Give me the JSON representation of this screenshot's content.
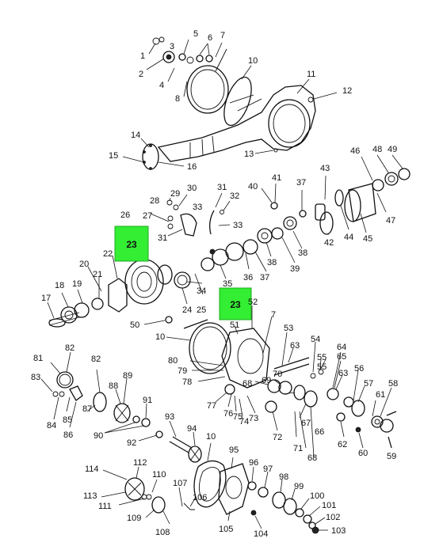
{
  "highlight": {
    "color": "#33ee33"
  },
  "highlights": [
    {
      "id": "hl-a",
      "text": "23"
    },
    {
      "id": "hl-b",
      "text": "23"
    }
  ],
  "callouts": [
    {
      "text": "1"
    },
    {
      "text": "2"
    },
    {
      "text": "3"
    },
    {
      "text": "4"
    },
    {
      "text": "5"
    },
    {
      "text": "6"
    },
    {
      "text": "7"
    },
    {
      "text": "8"
    },
    {
      "text": "10"
    },
    {
      "text": "11"
    },
    {
      "text": "12"
    },
    {
      "text": "13"
    },
    {
      "text": "14"
    },
    {
      "text": "15"
    },
    {
      "text": "16"
    },
    {
      "text": "29"
    },
    {
      "text": "30"
    },
    {
      "text": "28"
    },
    {
      "text": "27"
    },
    {
      "text": "26"
    },
    {
      "text": "31"
    },
    {
      "text": "32"
    },
    {
      "text": "33"
    },
    {
      "text": "33"
    },
    {
      "text": "31"
    },
    {
      "text": "40"
    },
    {
      "text": "41"
    },
    {
      "text": "37"
    },
    {
      "text": "43"
    },
    {
      "text": "46"
    },
    {
      "text": "48"
    },
    {
      "text": "49"
    },
    {
      "text": "22"
    },
    {
      "text": "20"
    },
    {
      "text": "21"
    },
    {
      "text": "18"
    },
    {
      "text": "19"
    },
    {
      "text": "17"
    },
    {
      "text": "24"
    },
    {
      "text": "25"
    },
    {
      "text": "34"
    },
    {
      "text": "35"
    },
    {
      "text": "36"
    },
    {
      "text": "37"
    },
    {
      "text": "38"
    },
    {
      "text": "39"
    },
    {
      "text": "38"
    },
    {
      "text": "42"
    },
    {
      "text": "44"
    },
    {
      "text": "45"
    },
    {
      "text": "47"
    },
    {
      "text": "52"
    },
    {
      "text": "50"
    },
    {
      "text": "10"
    },
    {
      "text": "51"
    },
    {
      "text": "7"
    },
    {
      "text": "53"
    },
    {
      "text": "63"
    },
    {
      "text": "54"
    },
    {
      "text": "55"
    },
    {
      "text": "55"
    },
    {
      "text": "64"
    },
    {
      "text": "65"
    },
    {
      "text": "63"
    },
    {
      "text": "56"
    },
    {
      "text": "57"
    },
    {
      "text": "58"
    },
    {
      "text": "61"
    },
    {
      "text": "81"
    },
    {
      "text": "82"
    },
    {
      "text": "80"
    },
    {
      "text": "79"
    },
    {
      "text": "78"
    },
    {
      "text": "68"
    },
    {
      "text": "69"
    },
    {
      "text": "70"
    },
    {
      "text": "83"
    },
    {
      "text": "82"
    },
    {
      "text": "89"
    },
    {
      "text": "88"
    },
    {
      "text": "85"
    },
    {
      "text": "84"
    },
    {
      "text": "86"
    },
    {
      "text": "87"
    },
    {
      "text": "77"
    },
    {
      "text": "76"
    },
    {
      "text": "75"
    },
    {
      "text": "74"
    },
    {
      "text": "73"
    },
    {
      "text": "72"
    },
    {
      "text": "71"
    },
    {
      "text": "67"
    },
    {
      "text": "66"
    },
    {
      "text": "68"
    },
    {
      "text": "62"
    },
    {
      "text": "60"
    },
    {
      "text": "59"
    },
    {
      "text": "91"
    },
    {
      "text": "90"
    },
    {
      "text": "93"
    },
    {
      "text": "92"
    },
    {
      "text": "94"
    },
    {
      "text": "10"
    },
    {
      "text": "114"
    },
    {
      "text": "112"
    },
    {
      "text": "110"
    },
    {
      "text": "113"
    },
    {
      "text": "111"
    },
    {
      "text": "109"
    },
    {
      "text": "107"
    },
    {
      "text": "106"
    },
    {
      "text": "108"
    },
    {
      "text": "95"
    },
    {
      "text": "96"
    },
    {
      "text": "97"
    },
    {
      "text": "98"
    },
    {
      "text": "99"
    },
    {
      "text": "100"
    },
    {
      "text": "101"
    },
    {
      "text": "102"
    },
    {
      "text": "103"
    },
    {
      "text": "104"
    },
    {
      "text": "105"
    }
  ]
}
